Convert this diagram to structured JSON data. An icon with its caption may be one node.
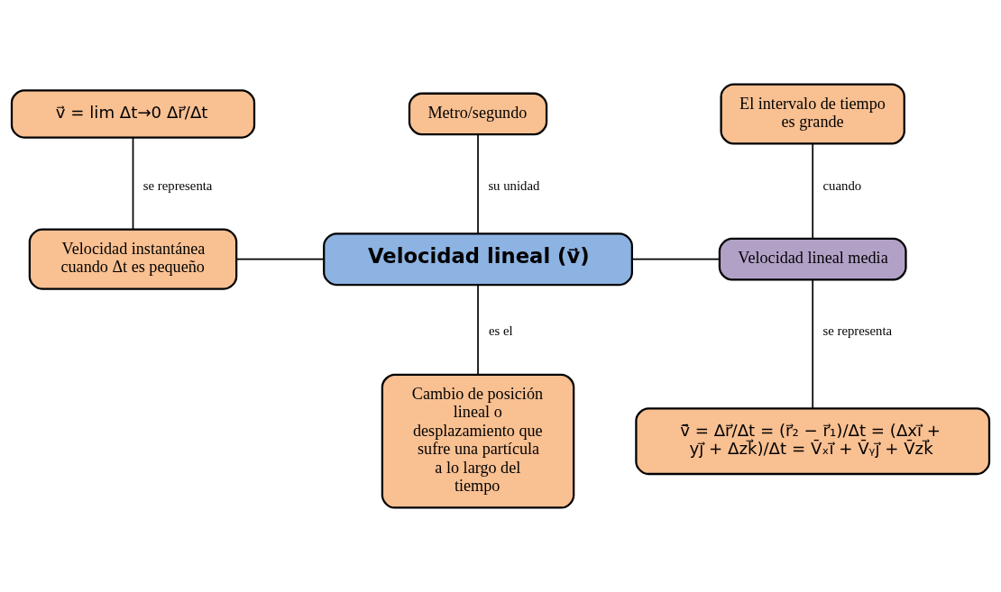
{
  "diagram": {
    "nodes": [
      {
        "text": [
          "v⃗ = lim Δt→0 Δr⃗/Δt"
        ]
      },
      {
        "text": [
          "Metro/segundo"
        ]
      },
      {
        "text": [
          "El intervalo de tiempo es grande"
        ]
      },
      {
        "text": [
          "Velocidad instantánea cuando Δt es pequeño"
        ]
      },
      {
        "text": [
          "Velocidad lineal (v⃗)"
        ]
      },
      {
        "text": [
          "Velocidad lineal media"
        ]
      },
      {
        "text": [
          "Cambio de posición lineal o desplazamiento que sufre una partícula a lo largo del tiempo"
        ]
      },
      {
        "text": [
          "v̄⃗ = Δr⃗/Δt = (r⃗₂ − r⃗₁)/Δt = (Δxi⃗ + yj⃗ + Δzk⃗)/Δt = V̄ₓi⃗ + V̄ᵧj⃗ + V̄zk⃗"
        ]
      }
    ],
    "edges": [
      {
        "from": 0,
        "to": 3,
        "arrow": "none",
        "label": "se representa"
      },
      {
        "from": 1,
        "to": 4,
        "arrow": "none",
        "label": "su unidad"
      },
      {
        "from": 2,
        "to": 5,
        "arrow": "none",
        "label": "cuando"
      },
      {
        "from": 3,
        "to": 4,
        "arrow": "none"
      },
      {
        "from": 4,
        "to": 5,
        "arrow": "none"
      },
      {
        "from": 4,
        "to": 6,
        "arrow": "none",
        "label": "es el"
      },
      {
        "from": 5,
        "to": 7,
        "arrow": "none",
        "label": "se representa"
      }
    ]
  }
}
